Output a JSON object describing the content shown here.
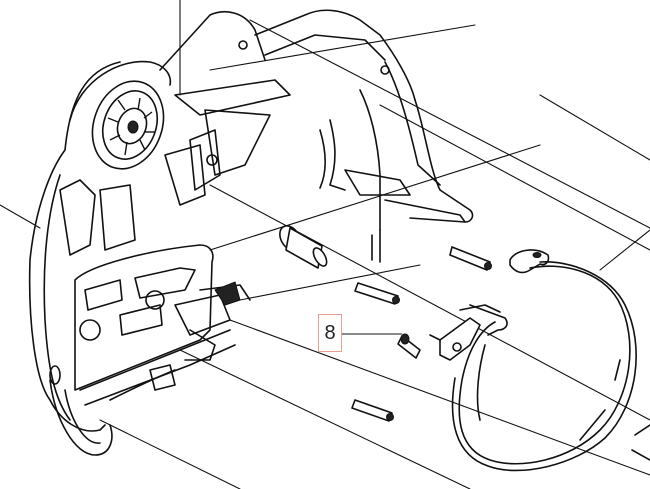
{
  "diagram": {
    "type": "exploded-parts-view",
    "subject": "clutch cover / chain brake assembly",
    "background": "#ffffff",
    "line_color": "#111111",
    "callouts": [
      {
        "label": "8",
        "border_color": "#e8a090",
        "points_to": "pin"
      }
    ],
    "parts": [
      "clutch-cover-housing",
      "chain-tensioner-wheel",
      "bolt",
      "pin",
      "pin",
      "pin",
      "pin",
      "brake-band",
      "spring-pin"
    ]
  }
}
